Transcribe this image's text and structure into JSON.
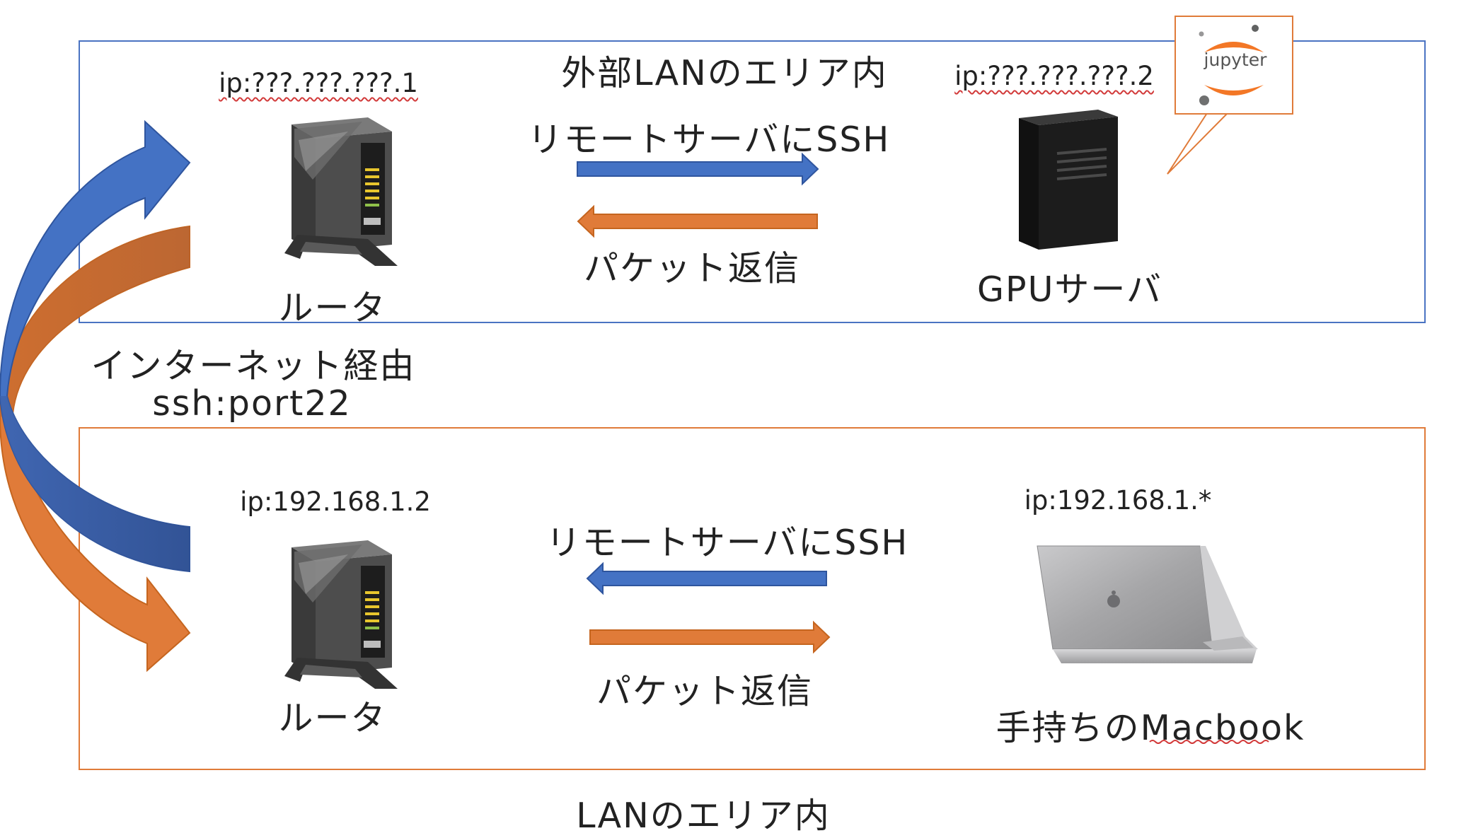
{
  "external_lan": {
    "title": "外部LANのエリア内",
    "router_ip": "ip:???.???.???.1",
    "router_label": "ルータ",
    "ssh_label": "リモートサーバにSSH",
    "reply_label": "パケット返信",
    "server_ip": "ip:???.???.???.2",
    "server_label": "GPUサーバ",
    "jupyter_label": "jupyter"
  },
  "internet": {
    "line1": "インターネット経由",
    "line2": "ssh:port22"
  },
  "local_lan": {
    "title": "LANのエリア内",
    "router_ip": "ip:192.168.1.2",
    "router_label": "ルータ",
    "ssh_label": "リモートサーバにSSH",
    "reply_label": "パケット返信",
    "laptop_ip": "ip:192.168.1.*",
    "laptop_label": "手持ちのMacbook"
  },
  "colors": {
    "blue": "#4472c4",
    "orange": "#e07b39",
    "external_border": "#4a73c2",
    "lan_border": "#e07b39"
  }
}
